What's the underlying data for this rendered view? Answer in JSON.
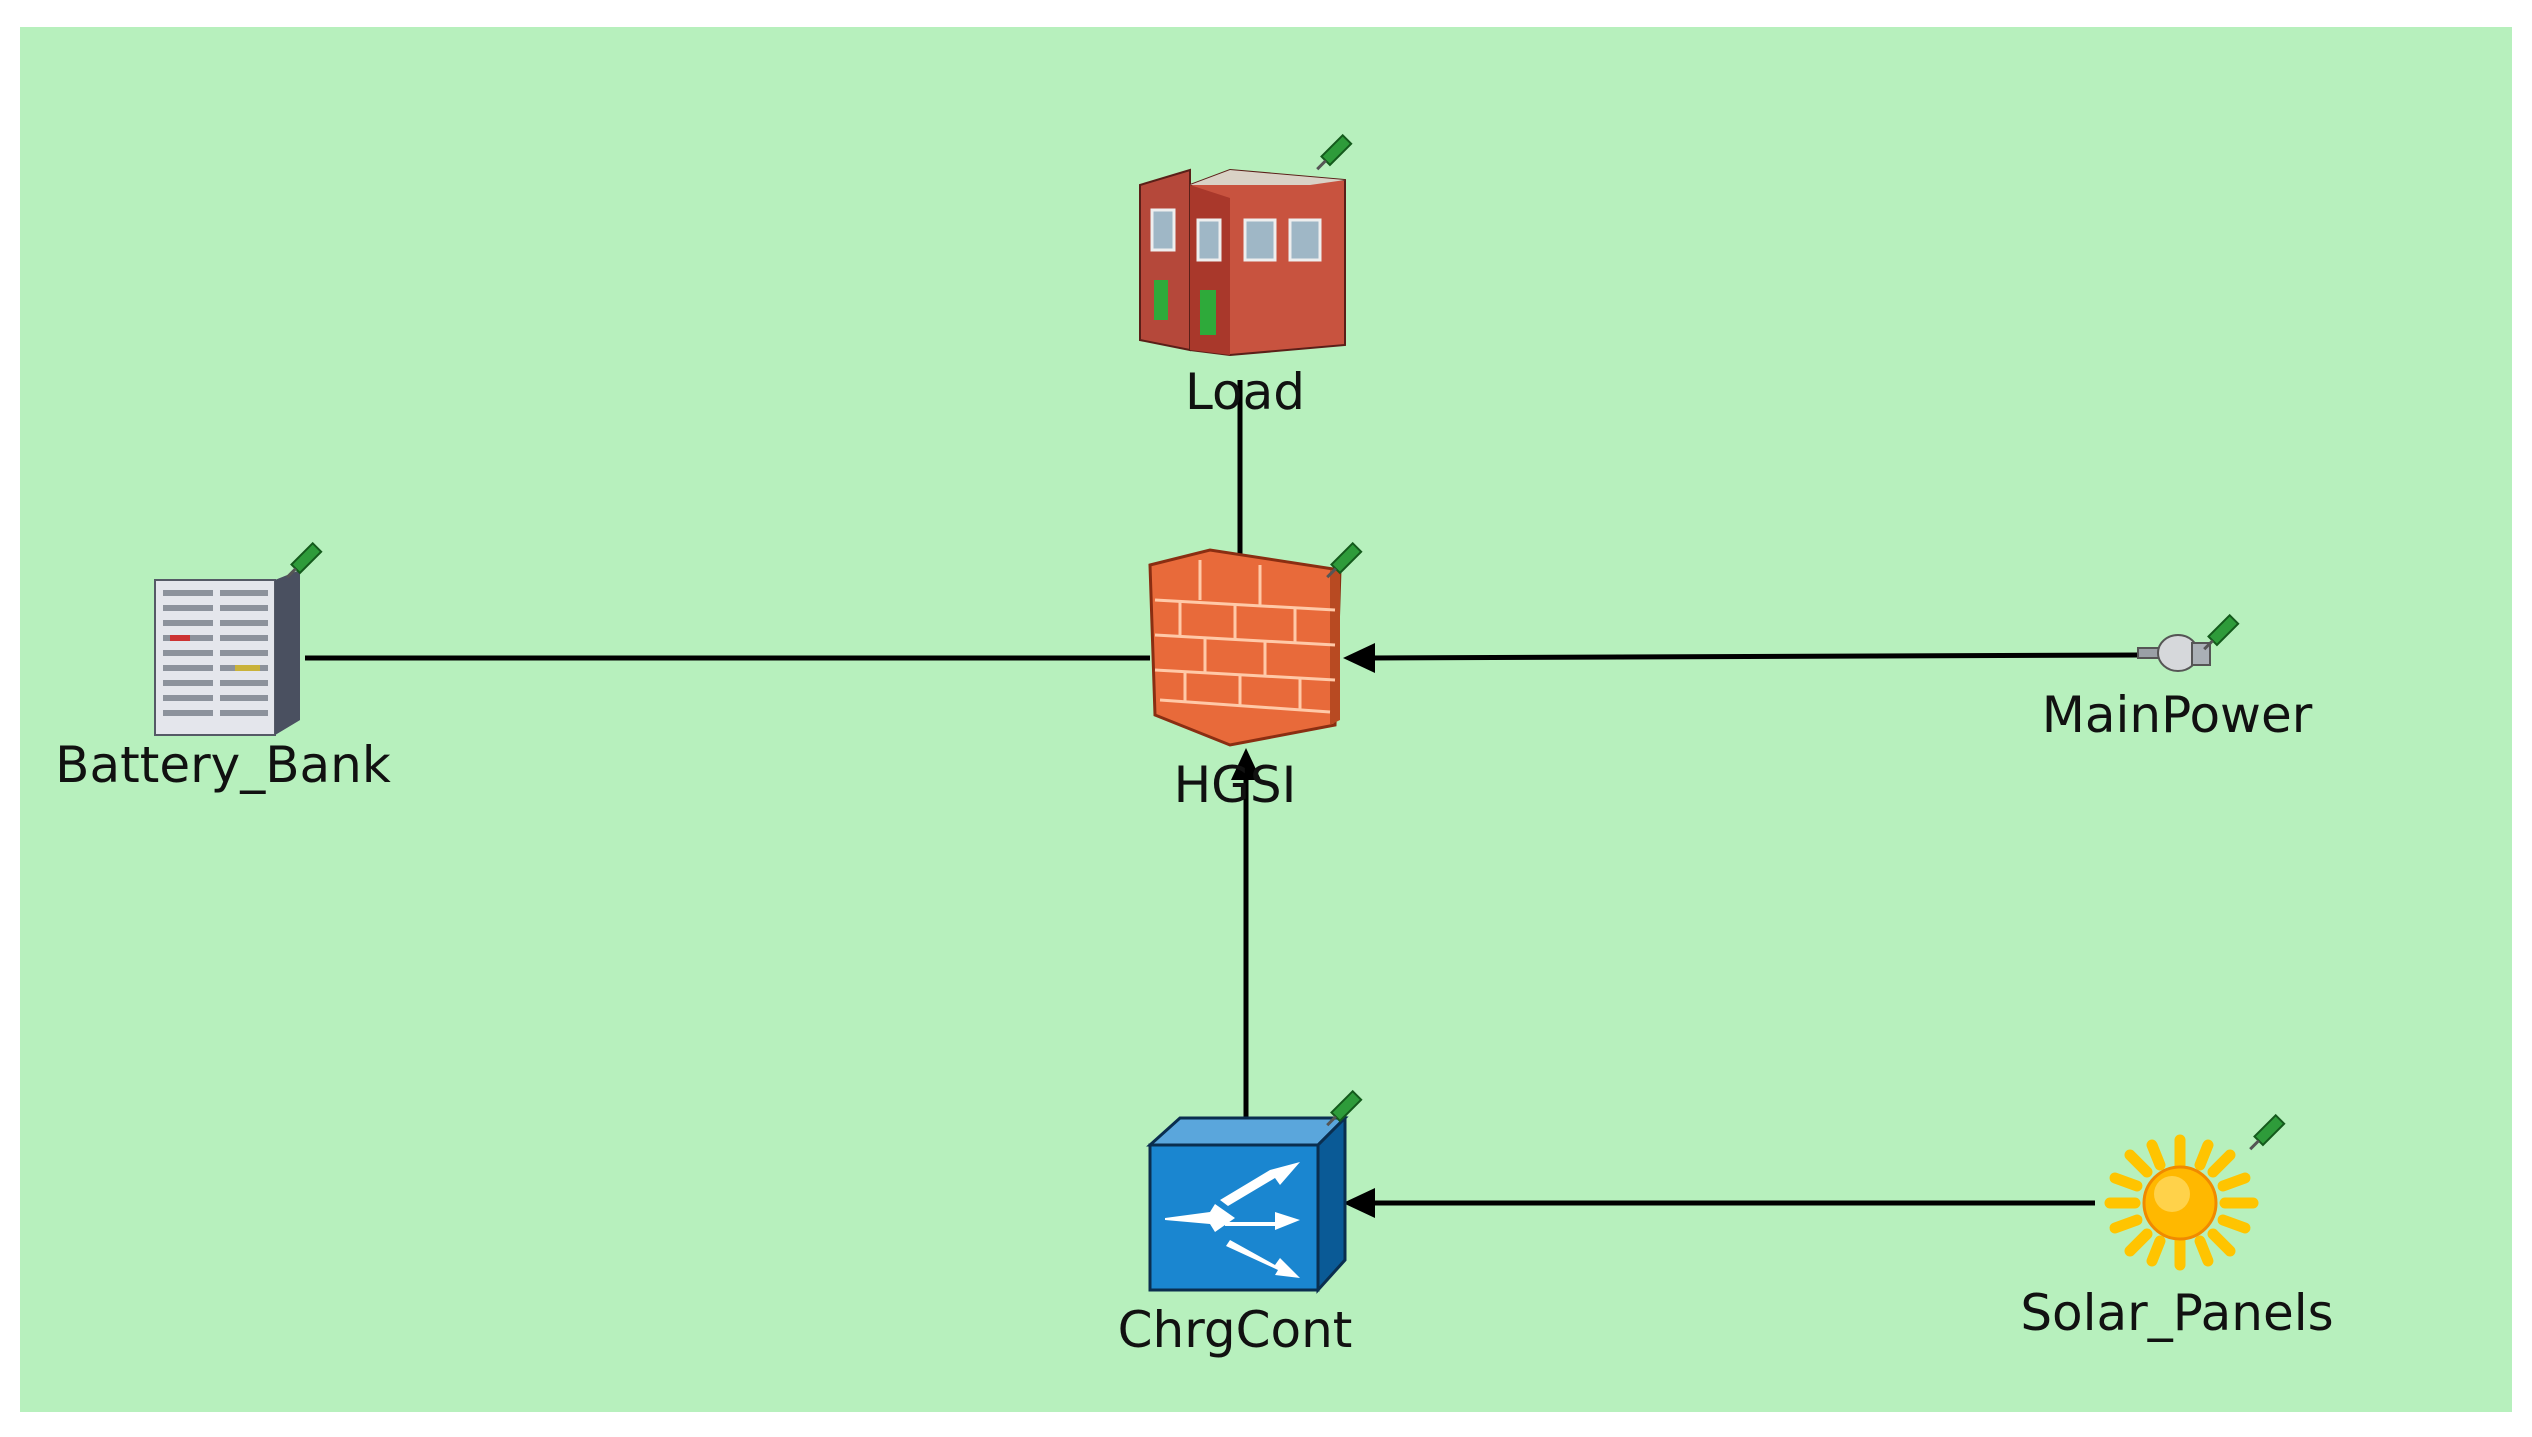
{
  "diagram": {
    "background_color": "#b7f0bd",
    "nodes": [
      {
        "id": "load",
        "label": "Load",
        "icon": "house-icon"
      },
      {
        "id": "hgsi",
        "label": "HGSI",
        "icon": "brick-wall-icon"
      },
      {
        "id": "battery_bank",
        "label": "Battery_Bank",
        "icon": "server-rack-icon"
      },
      {
        "id": "mainpower",
        "label": "MainPower",
        "icon": "power-plug-icon"
      },
      {
        "id": "chrgcont",
        "label": "ChrgCont",
        "icon": "switch-box-icon"
      },
      {
        "id": "solar_panels",
        "label": "Solar_Panels",
        "icon": "sun-icon"
      }
    ],
    "edges": [
      {
        "from": "hgsi",
        "to": "load",
        "arrow": false
      },
      {
        "from": "battery_bank",
        "to": "hgsi",
        "arrow": false
      },
      {
        "from": "mainpower",
        "to": "hgsi",
        "arrow": true
      },
      {
        "from": "chrgcont",
        "to": "hgsi",
        "arrow": true
      },
      {
        "from": "solar_panels",
        "to": "chrgcont",
        "arrow": true
      }
    ]
  }
}
